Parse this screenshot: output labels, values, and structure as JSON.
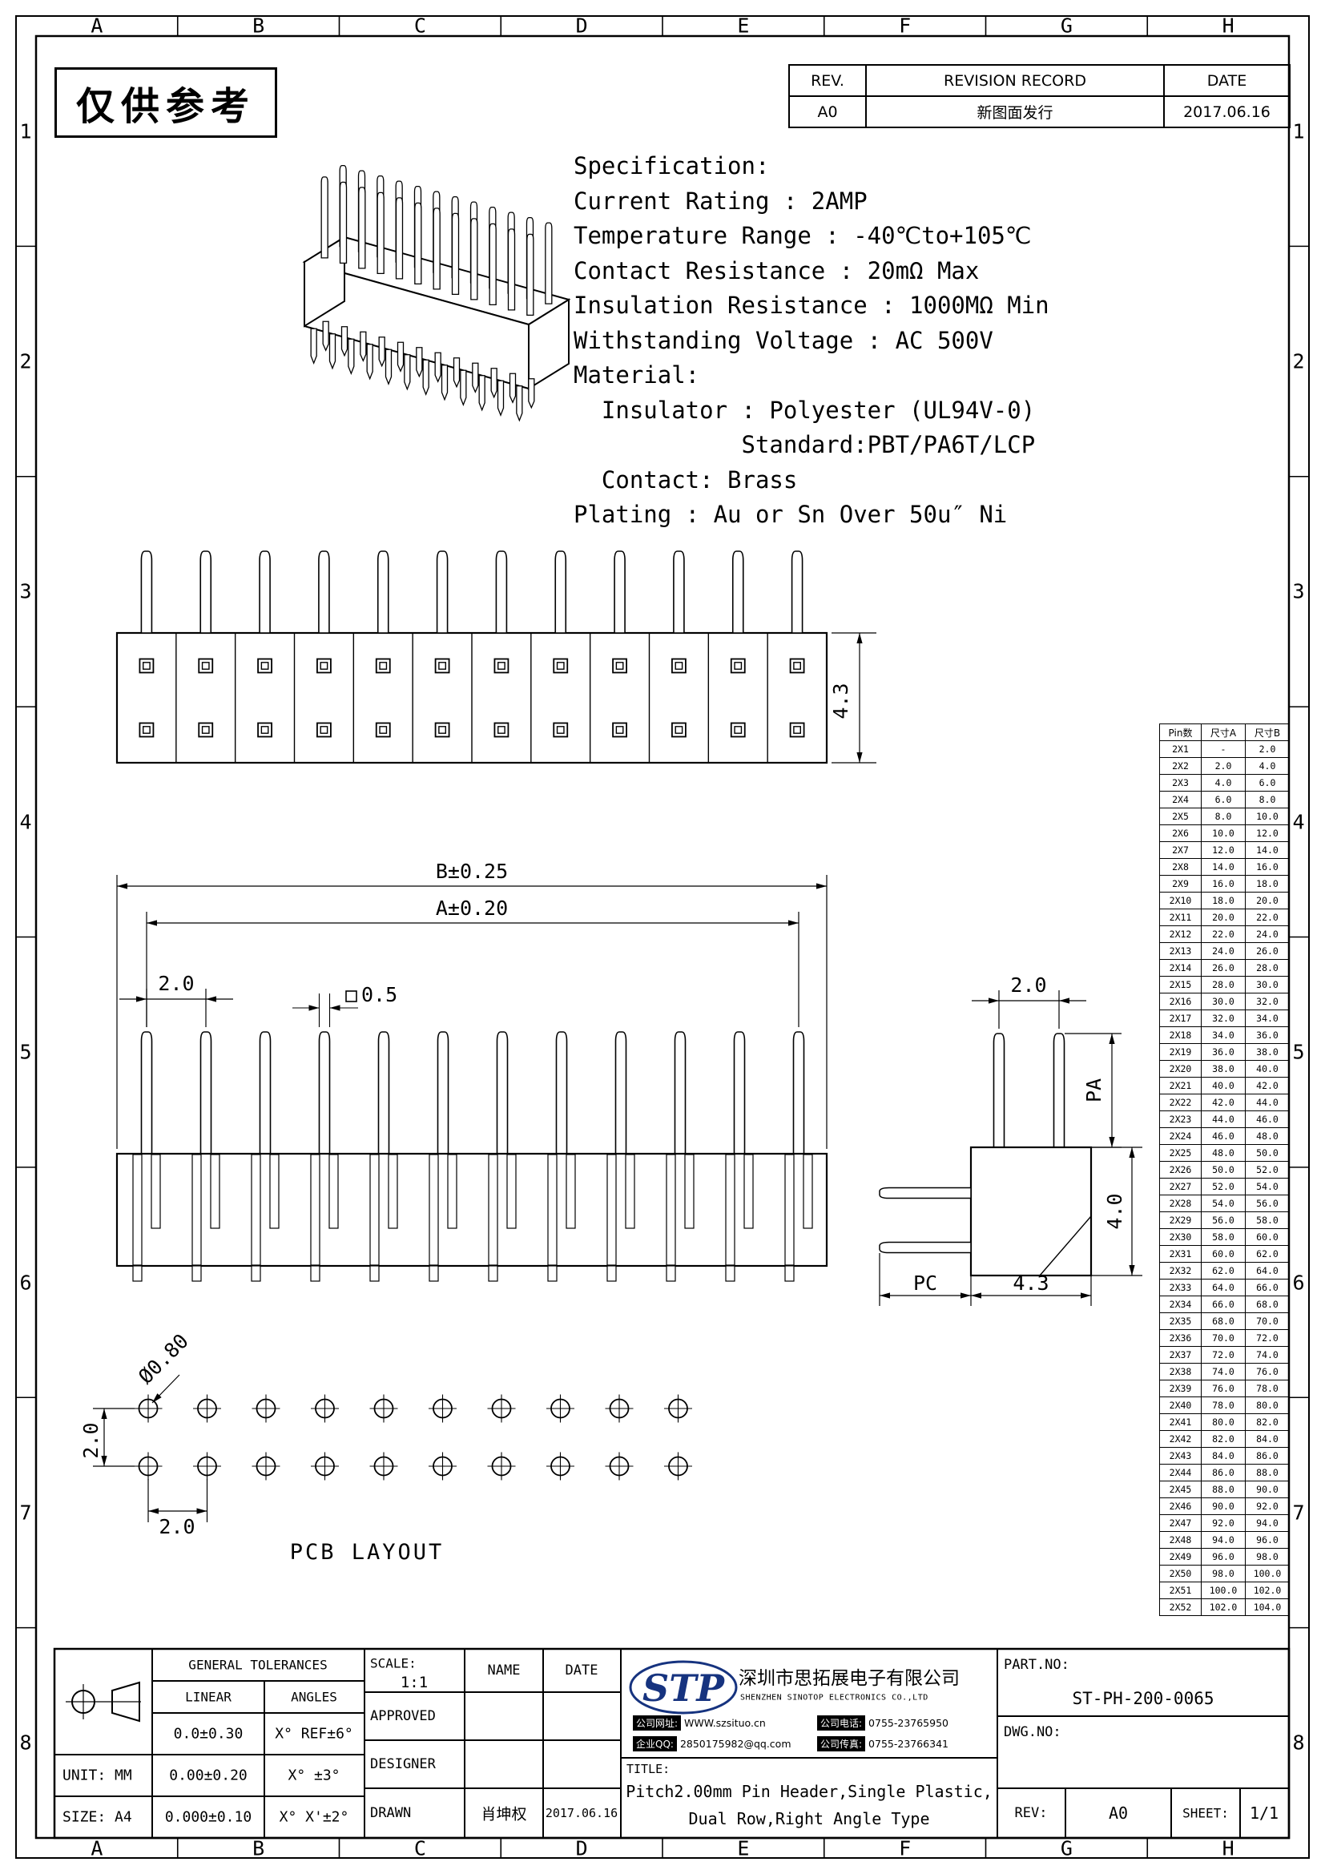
{
  "stamp": {
    "text": "仅供参考"
  },
  "zones": {
    "cols": [
      "A",
      "B",
      "C",
      "D",
      "E",
      "F",
      "G",
      "H"
    ],
    "rows": [
      "1",
      "2",
      "3",
      "4",
      "5",
      "6",
      "7",
      "8"
    ]
  },
  "revision_table": {
    "headers": [
      "REV.",
      "REVISION RECORD",
      "DATE"
    ],
    "rows": [
      [
        "A0",
        "新图面发行",
        "2017.06.16"
      ]
    ]
  },
  "specification": {
    "lines": [
      "Specification:",
      "Current Rating : 2AMP",
      "Temperature Range : -40℃to+105℃",
      "Contact Resistance : 20mΩ Max",
      "Insulation Resistance : 1000MΩ Min",
      "Withstanding Voltage : AC 500V",
      "Material:",
      "  Insulator : Polyester (UL94V-0)",
      "            Standard:PBT/PA6T/LCP",
      "  Contact: Brass",
      "Plating : Au or Sn Over 50u″ Ni"
    ]
  },
  "figures": {
    "iso": {
      "positions": 12,
      "rows": 2
    },
    "front": {
      "positions": 12,
      "height_dim": "4.3"
    },
    "lower": {
      "positions": 12,
      "dim_b": "B±0.25",
      "dim_a": "A±0.20",
      "pitch": "2.0",
      "pin_size": "0.5"
    },
    "side": {
      "pitch": "2.0",
      "pa": "PA",
      "body_height": "4.0",
      "pc": "PC",
      "body_width": "4.3"
    },
    "pcb": {
      "cols": 10,
      "rows": 2,
      "hole_dia": "Ø0.80",
      "row_pitch": "2.0",
      "col_pitch": "2.0",
      "label": "PCB LAYOUT"
    }
  },
  "pin_table": {
    "headers": [
      "Pin数",
      "尺寸A",
      "尺寸B"
    ],
    "rows": [
      [
        "2X1",
        "-",
        "2.0"
      ],
      [
        "2X2",
        "2.0",
        "4.0"
      ],
      [
        "2X3",
        "4.0",
        "6.0"
      ],
      [
        "2X4",
        "6.0",
        "8.0"
      ],
      [
        "2X5",
        "8.0",
        "10.0"
      ],
      [
        "2X6",
        "10.0",
        "12.0"
      ],
      [
        "2X7",
        "12.0",
        "14.0"
      ],
      [
        "2X8",
        "14.0",
        "16.0"
      ],
      [
        "2X9",
        "16.0",
        "18.0"
      ],
      [
        "2X10",
        "18.0",
        "20.0"
      ],
      [
        "2X11",
        "20.0",
        "22.0"
      ],
      [
        "2X12",
        "22.0",
        "24.0"
      ],
      [
        "2X13",
        "24.0",
        "26.0"
      ],
      [
        "2X14",
        "26.0",
        "28.0"
      ],
      [
        "2X15",
        "28.0",
        "30.0"
      ],
      [
        "2X16",
        "30.0",
        "32.0"
      ],
      [
        "2X17",
        "32.0",
        "34.0"
      ],
      [
        "2X18",
        "34.0",
        "36.0"
      ],
      [
        "2X19",
        "36.0",
        "38.0"
      ],
      [
        "2X20",
        "38.0",
        "40.0"
      ],
      [
        "2X21",
        "40.0",
        "42.0"
      ],
      [
        "2X22",
        "42.0",
        "44.0"
      ],
      [
        "2X23",
        "44.0",
        "46.0"
      ],
      [
        "2X24",
        "46.0",
        "48.0"
      ],
      [
        "2X25",
        "48.0",
        "50.0"
      ],
      [
        "2X26",
        "50.0",
        "52.0"
      ],
      [
        "2X27",
        "52.0",
        "54.0"
      ],
      [
        "2X28",
        "54.0",
        "56.0"
      ],
      [
        "2X29",
        "56.0",
        "58.0"
      ],
      [
        "2X30",
        "58.0",
        "60.0"
      ],
      [
        "2X31",
        "60.0",
        "62.0"
      ],
      [
        "2X32",
        "62.0",
        "64.0"
      ],
      [
        "2X33",
        "64.0",
        "66.0"
      ],
      [
        "2X34",
        "66.0",
        "68.0"
      ],
      [
        "2X35",
        "68.0",
        "70.0"
      ],
      [
        "2X36",
        "70.0",
        "72.0"
      ],
      [
        "2X37",
        "72.0",
        "74.0"
      ],
      [
        "2X38",
        "74.0",
        "76.0"
      ],
      [
        "2X39",
        "76.0",
        "78.0"
      ],
      [
        "2X40",
        "78.0",
        "80.0"
      ],
      [
        "2X41",
        "80.0",
        "82.0"
      ],
      [
        "2X42",
        "82.0",
        "84.0"
      ],
      [
        "2X43",
        "84.0",
        "86.0"
      ],
      [
        "2X44",
        "86.0",
        "88.0"
      ],
      [
        "2X45",
        "88.0",
        "90.0"
      ],
      [
        "2X46",
        "90.0",
        "92.0"
      ],
      [
        "2X47",
        "92.0",
        "94.0"
      ],
      [
        "2X48",
        "94.0",
        "96.0"
      ],
      [
        "2X49",
        "96.0",
        "98.0"
      ],
      [
        "2X50",
        "98.0",
        "100.0"
      ],
      [
        "2X51",
        "100.0",
        "102.0"
      ],
      [
        "2X52",
        "102.0",
        "104.0"
      ]
    ]
  },
  "title_block": {
    "general_tolerances": "GENERAL TOLERANCES",
    "linear": "LINEAR",
    "angles": "ANGLES",
    "tolerance_rows": [
      [
        "0.0±0.30",
        "X° REF±6°"
      ],
      [
        "0.00±0.20",
        "X° ±3°"
      ],
      [
        "0.000±0.10",
        "X° X'±2°"
      ]
    ],
    "unit": "UNIT: MM",
    "size": "SIZE: A4",
    "scale_label": "SCALE:",
    "scale_value": "1:1",
    "name_header": "NAME",
    "date_header": "DATE",
    "approved": "APPROVED",
    "designer": "DESIGNER",
    "drawn": "DRAWN",
    "drawn_name": "肖坤权",
    "drawn_date": "2017.06.16",
    "company": {
      "logo": "STP",
      "name_cn": "深圳市思拓展电子有限公司",
      "name_en": "SHENZHEN SINOTOP ELECTRONICS CO.,LTD",
      "website_label": "公司网址:",
      "website": "WWW.szsituo.cn",
      "phone_label": "公司电话:",
      "phone": "0755-23765950",
      "qq_label": "企业QQ:",
      "qq": "2850175982@qq.com",
      "fax_label": "公司传真:",
      "fax": "0755-23766341"
    },
    "part_no_label": "PART.NO:",
    "part_no": "ST-PH-200-0065",
    "dwg_no_label": "DWG.NO:",
    "title_label": "TITLE:",
    "title_line1": "Pitch2.00mm Pin Header,Single Plastic,",
    "title_line2": "Dual Row,Right Angle Type",
    "rev_label": "REV:",
    "rev_value": "A0",
    "sheet_label": "SHEET:",
    "sheet_value": "1/1"
  }
}
